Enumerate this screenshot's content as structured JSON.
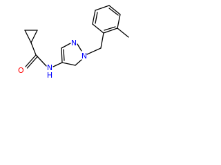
{
  "molecule": {
    "labels": {
      "oxygen": "O",
      "amide_nh": "N\nH",
      "ring_n2": "N",
      "ring_n1": "N"
    },
    "colors": {
      "bond": "#000000",
      "oxygen": "#ff0000",
      "nitrogen": "#0000ff"
    }
  }
}
